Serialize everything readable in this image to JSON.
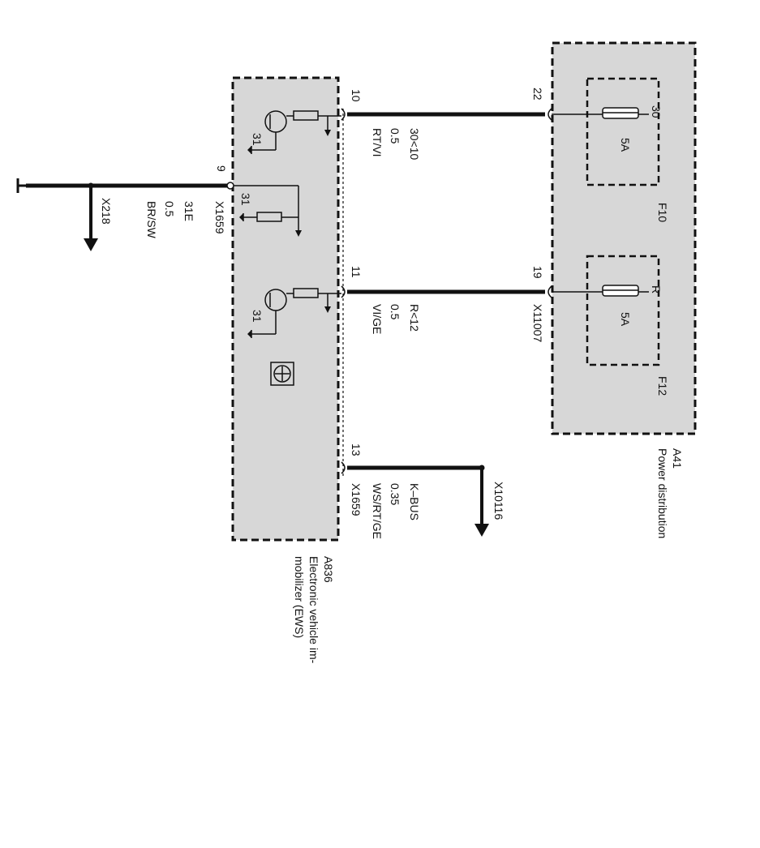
{
  "colors": {
    "line": "#111111",
    "module_fill": "#d7d7d7",
    "background": "#ffffff"
  },
  "ews": {
    "id": "A836",
    "name_line1": "Electronic vehicle im-",
    "name_line2": "mobilizer (EWS)",
    "connector": "X1659",
    "ground_31": "31"
  },
  "power": {
    "id": "A41",
    "name": "Power distribution",
    "connector": "X11007",
    "fuse_f10": {
      "name": "F10",
      "rating": "5A",
      "terminal": "30"
    },
    "fuse_f12": {
      "name": "F12",
      "rating": "5A",
      "terminal": "R"
    }
  },
  "wires": {
    "pin9": {
      "pin": "9",
      "terminal": "31E",
      "size": "0.5",
      "color": "BR/SW",
      "connector": "X1659",
      "destination": "X218"
    },
    "pin10": {
      "pin": "10",
      "terminal": "30<10",
      "size": "0.5",
      "color": "RT/VI",
      "far_pin": "22"
    },
    "pin11": {
      "pin": "11",
      "terminal": "R<12",
      "size": "0.5",
      "color": "VI/GE",
      "far_pin": "19"
    },
    "pin13": {
      "pin": "13",
      "terminal": "K–BUS",
      "size": "0.35",
      "color": "WS/RT/GE",
      "connector": "X1659",
      "destination": "X10116"
    }
  }
}
